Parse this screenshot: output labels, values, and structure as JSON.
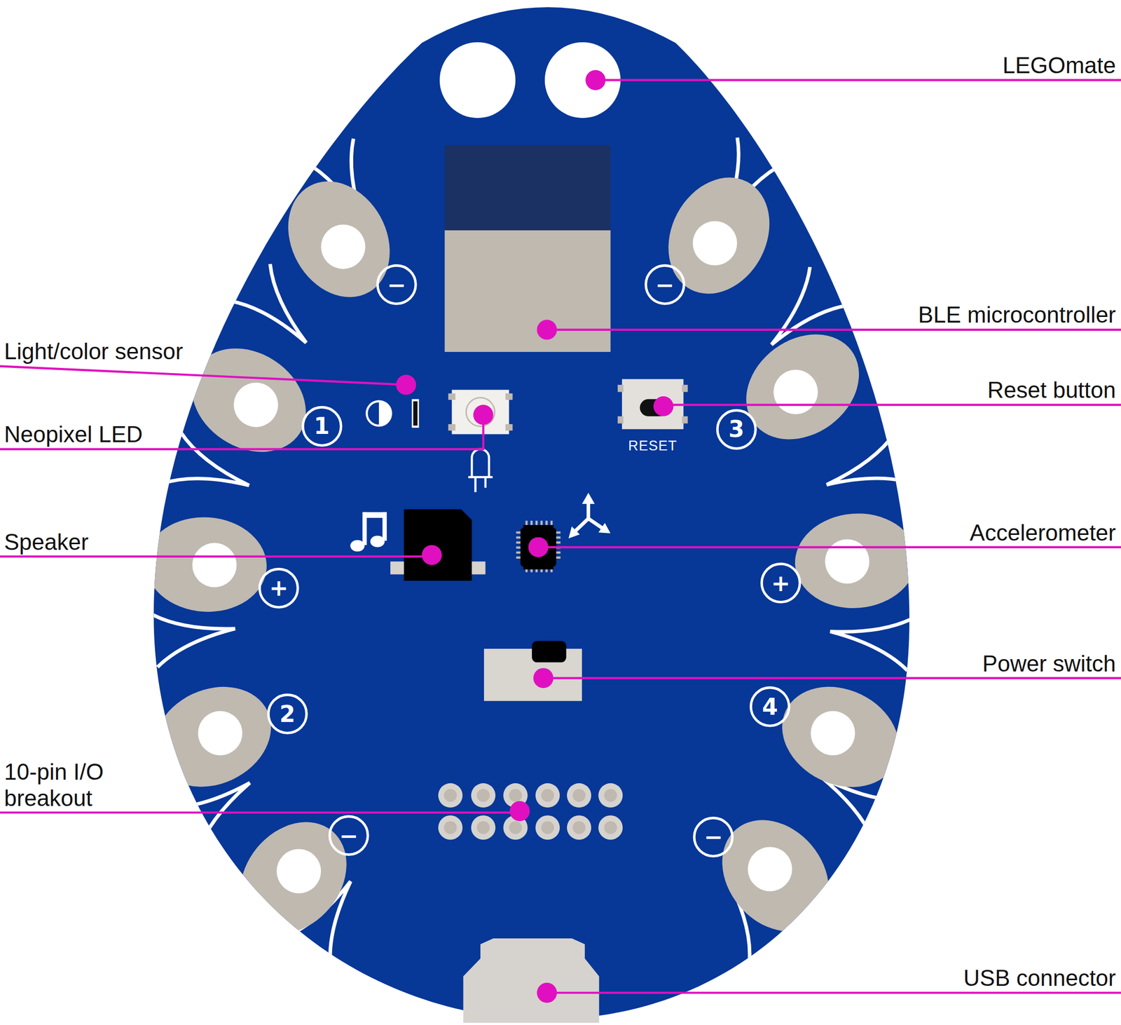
{
  "diagram": {
    "nodes": [
      {
        "text": [
          "−"
        ]
      },
      {
        "text": [
          "−"
        ]
      },
      {
        "text": [
          "1"
        ]
      },
      {
        "text": [
          "3"
        ]
      },
      {
        "text": [
          "+"
        ]
      },
      {
        "text": [
          "+"
        ]
      },
      {
        "text": [
          "2"
        ]
      },
      {
        "text": [
          "4"
        ]
      },
      {
        "text": [
          "−"
        ]
      },
      {
        "text": [
          "−"
        ]
      }
    ],
    "labels": [
      "LEGOmate",
      "BLE microcontroller",
      "Light/color sensor",
      "Reset button",
      "Neopixel LED",
      "RESET",
      "Speaker",
      "Accelerometer",
      "Power switch",
      "10-pin I/O breakout",
      "USB connector"
    ]
  }
}
